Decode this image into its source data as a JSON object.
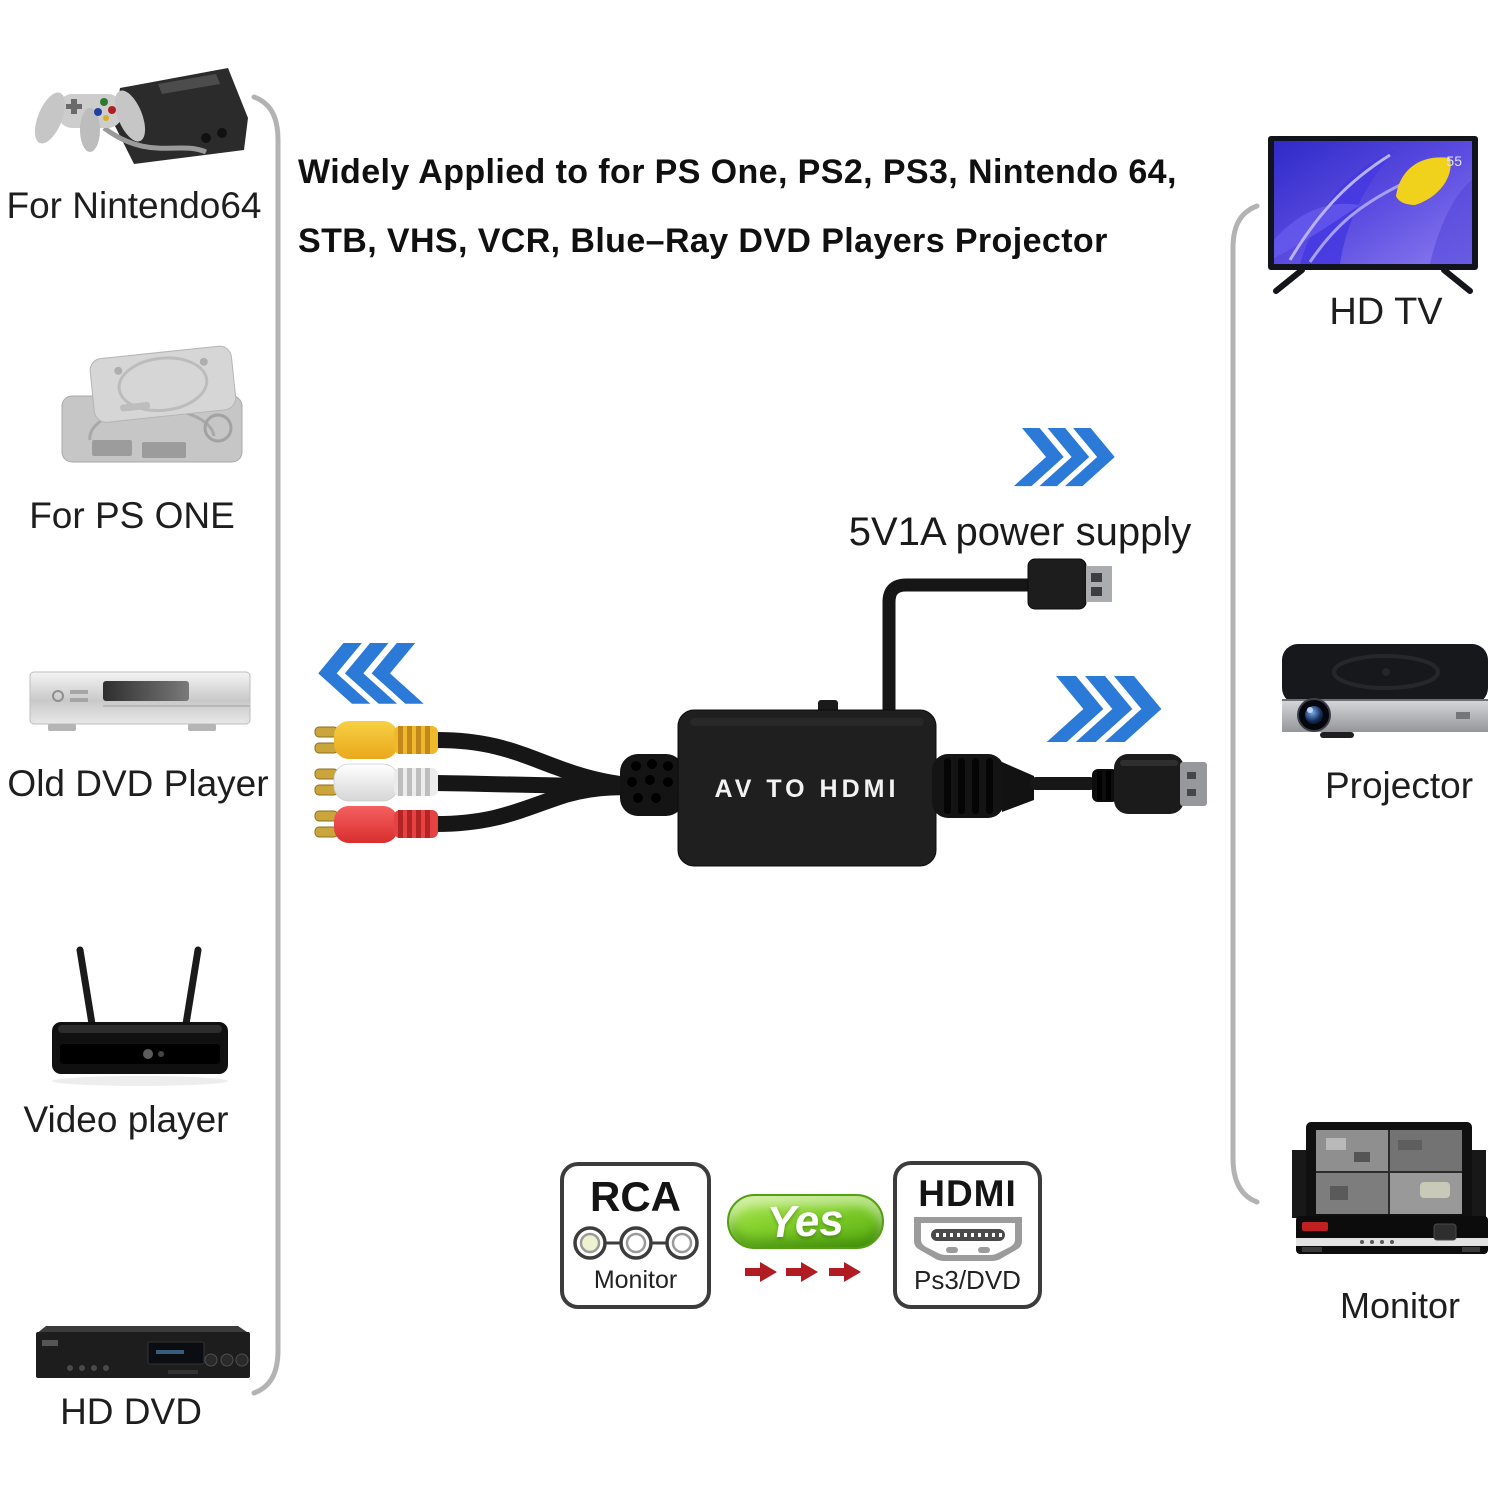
{
  "heading": {
    "line1": "Widely Applied to for PS One, PS2, PS3, Nintendo 64,",
    "line2": "STB,  VHS, VCR, Blue–Ray DVD Players Projector"
  },
  "left_devices": [
    {
      "id": "nintendo64",
      "label": "For Nintendo64"
    },
    {
      "id": "ps-one",
      "label": "For PS ONE"
    },
    {
      "id": "old-dvd-player",
      "label": "Old DVD Player"
    },
    {
      "id": "video-player",
      "label": "Video player"
    },
    {
      "id": "hd-dvd",
      "label": "HD DVD"
    }
  ],
  "right_devices": [
    {
      "id": "hd-tv",
      "label": "HD TV"
    },
    {
      "id": "projector",
      "label": "Projector"
    },
    {
      "id": "monitor",
      "label": "Monitor"
    }
  ],
  "converter": {
    "label": "AV TO HDMI",
    "power_label": "5V1A power supply"
  },
  "tv": {
    "screen_badge": "55"
  },
  "comparison": {
    "left_box": {
      "title": "RCA",
      "subtitle": "Monitor"
    },
    "middle": {
      "label": "Yes"
    },
    "right_box": {
      "title": "HDMI",
      "subtitle": "Ps3/DVD"
    }
  },
  "colors": {
    "chevron_blue": "#2b7ad8",
    "pill_green": "#6fc41d",
    "arrow_red": "#b01c22",
    "rca_yellow": "#f2c12e",
    "rca_white": "#f2f2f2",
    "rca_red": "#e84848",
    "bracket_gray": "#b3b3b3",
    "converter_black": "#1f1f1f"
  },
  "icons": {
    "chevron-left-icon": "triple chevron pointing left (blue)",
    "chevron-right-icon": "triple chevron pointing right (blue)",
    "rca-ports-icon": "three linked circles",
    "hdmi-port-icon": "HDMI socket outline",
    "red-arrow-icon": "short red arrow"
  }
}
